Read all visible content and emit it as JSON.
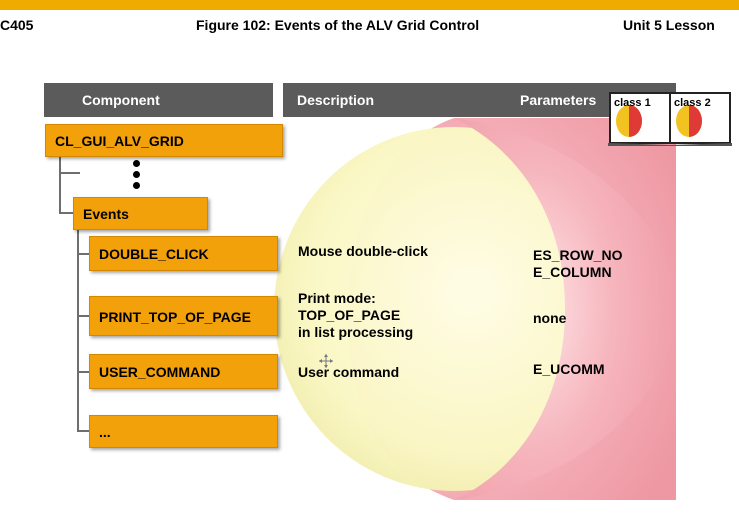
{
  "header": {
    "left": "C405",
    "center": "Figure 102: Events of the ALV Grid Control",
    "right": "Unit 5 Lesson"
  },
  "columns": {
    "component": "Component",
    "description": "Description",
    "parameters": "Parameters"
  },
  "books": {
    "icon": "open-book-icon",
    "labels": [
      "class 1",
      "class 2"
    ]
  },
  "tree": {
    "root": "CL_GUI_ALV_GRID",
    "events_node": "Events",
    "events": [
      {
        "name": "DOUBLE_CLICK",
        "description_lines": [
          "Mouse double-click"
        ],
        "parameter_lines": [
          "ES_ROW_NO",
          "E_COLUMN"
        ]
      },
      {
        "name": "PRINT_TOP_OF_PAGE",
        "description_lines": [
          "Print mode:",
          "TOP_OF_PAGE",
          "in list processing"
        ],
        "parameter_lines": [
          "none"
        ]
      },
      {
        "name": "USER_COMMAND",
        "description_lines": [
          "User command"
        ],
        "parameter_lines": [
          "E_UCOMM"
        ]
      },
      {
        "name": "..."
      }
    ]
  },
  "colors": {
    "accent": "#f0ab00",
    "box": "#f2a10a",
    "column_header": "#5b5b5b",
    "shape_inner": "#fbf9c8",
    "shape_outer": "#f6b6bd"
  }
}
